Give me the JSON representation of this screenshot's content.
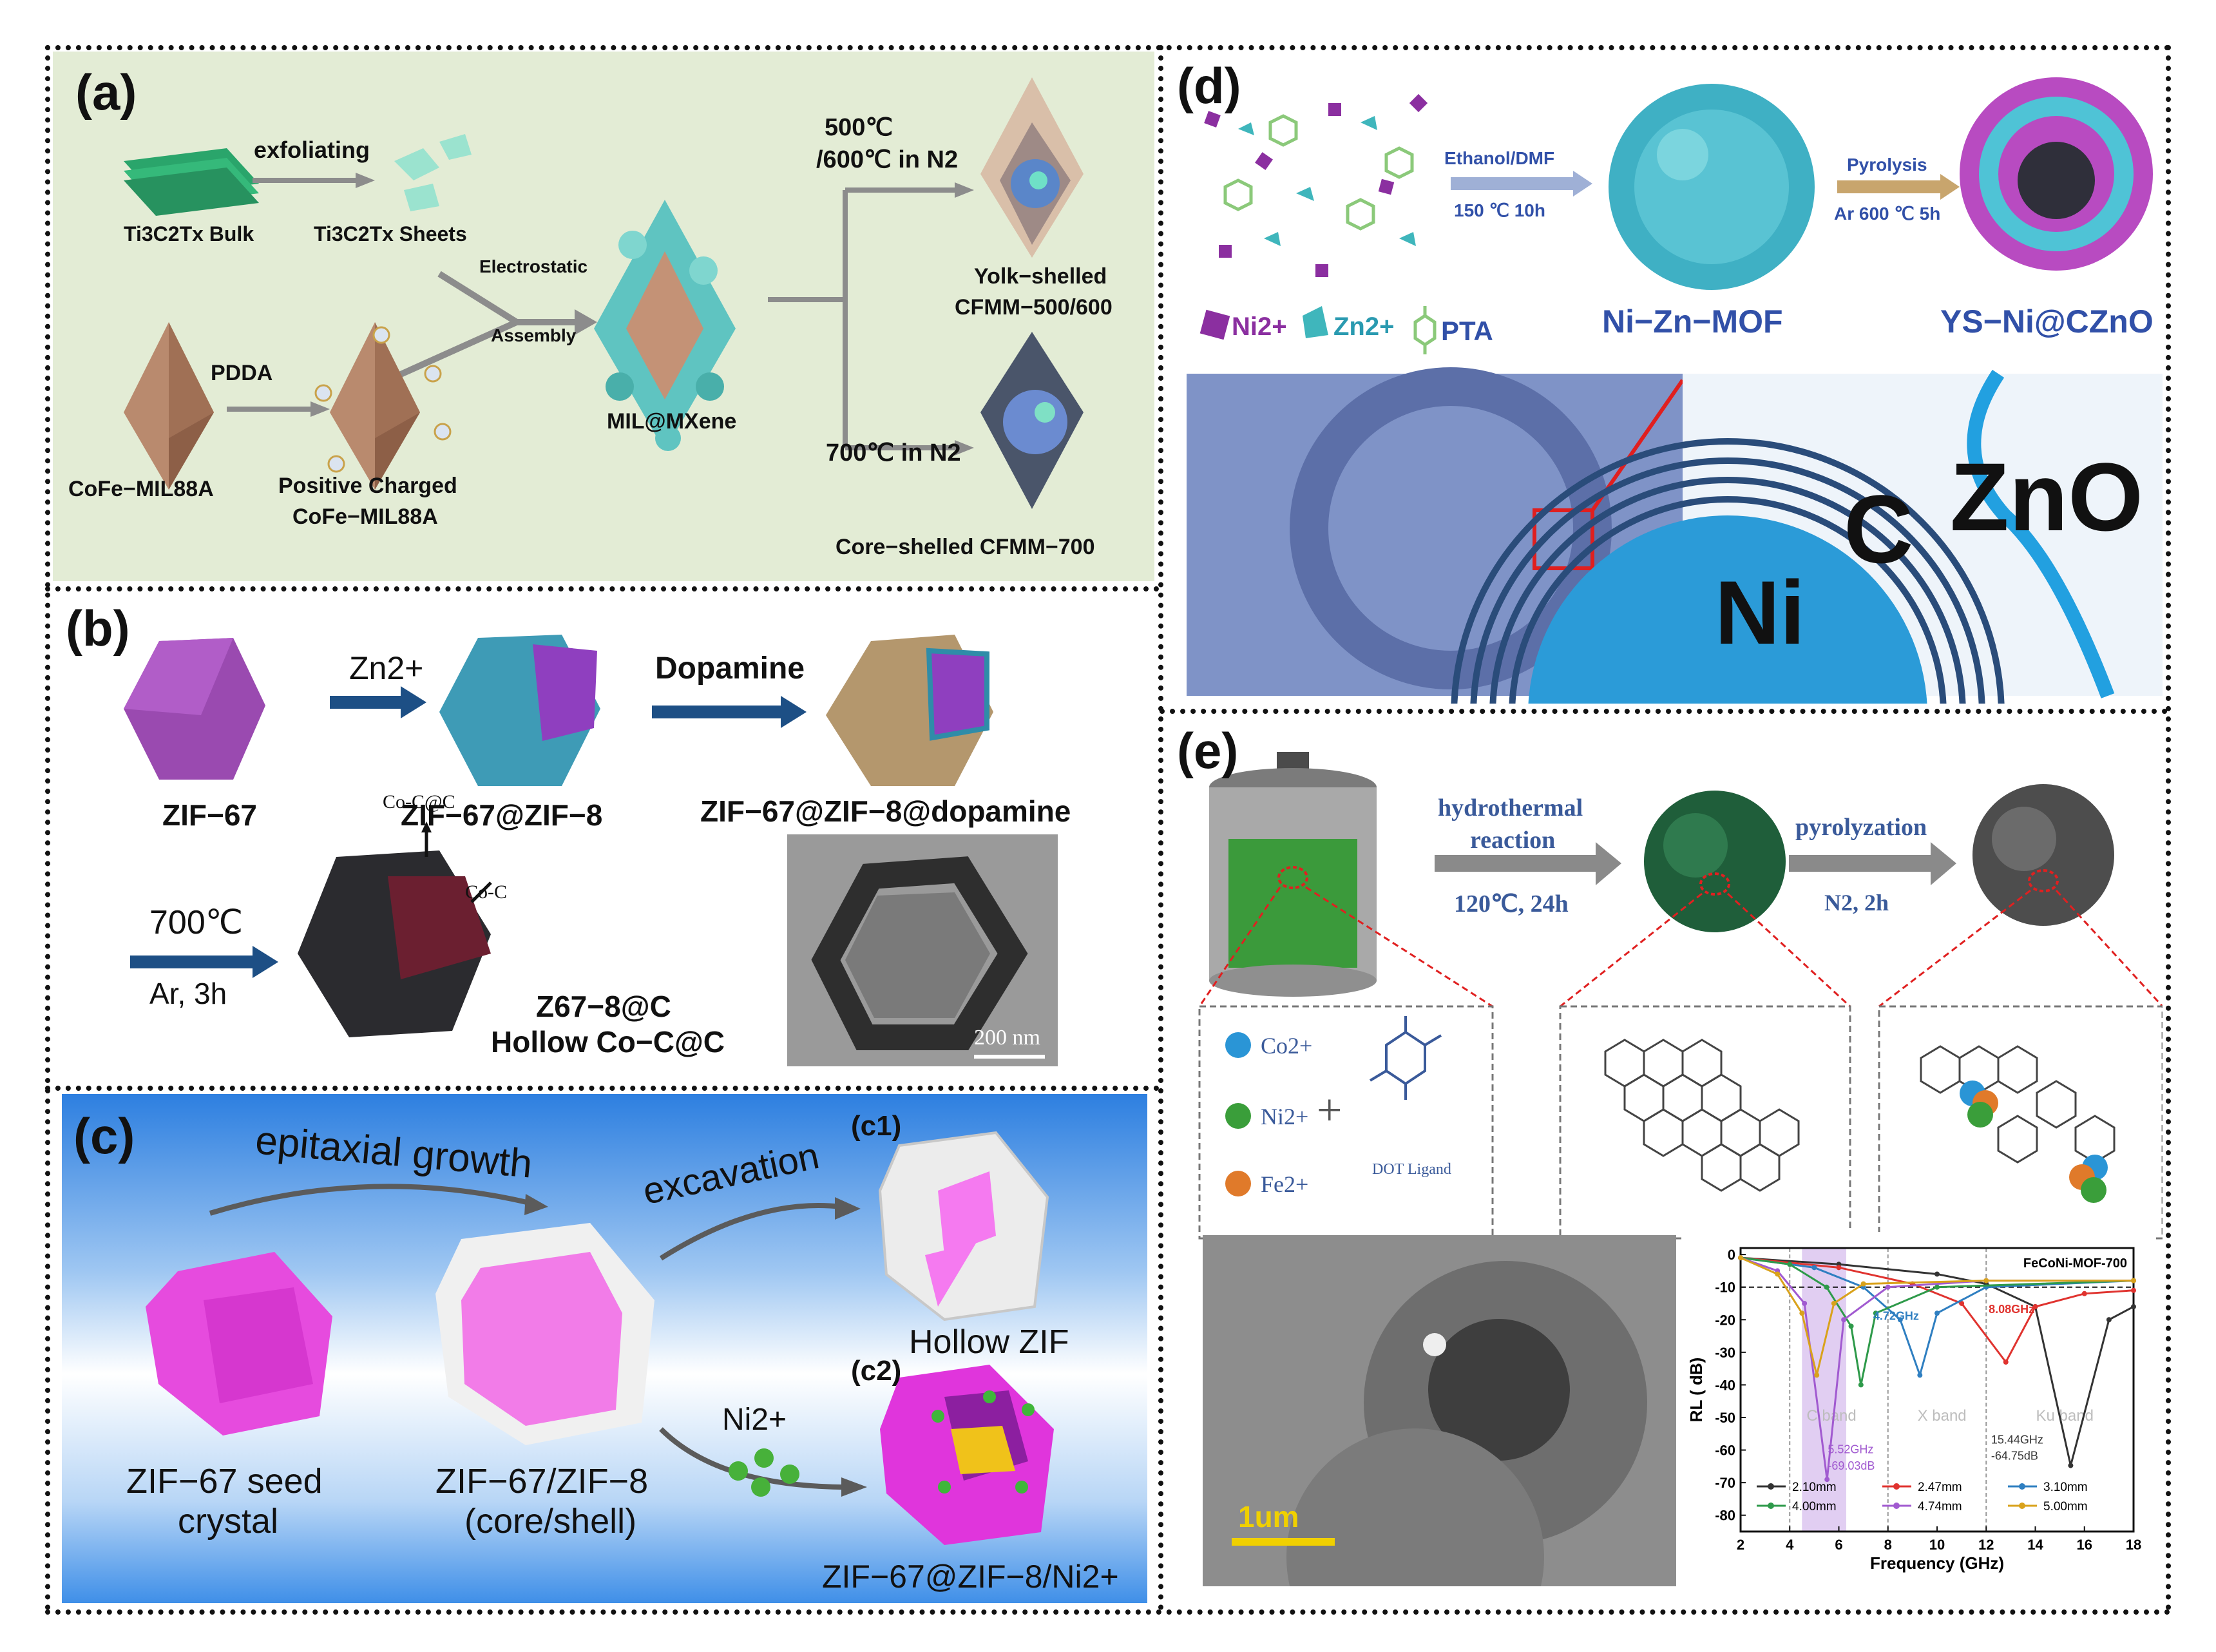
{
  "panel_a": {
    "letter": "(a)",
    "exfoliating": "exfoliating",
    "bulk_label": "Ti3C2Tx Bulk",
    "sheets_label": "Ti3C2Tx Sheets",
    "electrostatic": "Electrostatic",
    "assembly": "Assembly",
    "pdda": "PDDA",
    "cofe": "CoFe−MIL88A",
    "positive_1": "Positive Charged",
    "positive_2": "CoFe−MIL88A",
    "mil_mxene": "MIL@MXene",
    "temp_1a": "500℃",
    "temp_1b": "/600℃ in N2",
    "temp_2": "700℃ in N2",
    "yolk_1": "Yolk−shelled",
    "yolk_2": "CFMM−500/600",
    "core": "Core−shelled CFMM−700"
  },
  "panel_b": {
    "letter": "(b)",
    "zn": "Zn2+",
    "dopamine": "Dopamine",
    "zif67": "ZIF−67",
    "zif67_8": "ZIF−67@ZIF−8",
    "zif67_8_dop": "ZIF−67@ZIF−8@dopamine",
    "coc_c": "Co-C@C",
    "coc": "Co-C",
    "temp": "700℃",
    "ar": "Ar, 3h",
    "z678": "Z67−8@C",
    "hollow": "Hollow Co−C@C",
    "scale": "200 nm"
  },
  "panel_c": {
    "letter": "(c)",
    "epitaxial": "epitaxial growth",
    "excavation": "excavation",
    "c1": "(c1)",
    "c2": "(c2)",
    "hollow_zif": "Hollow ZIF",
    "ni": "Ni2+",
    "seed_1": "ZIF−67 seed",
    "seed_2": "crystal",
    "core_1": "ZIF−67/ZIF−8",
    "core_2": "(core/shell)",
    "final": "ZIF−67@ZIF−8/Ni2+"
  },
  "panel_d": {
    "letter": "(d)",
    "ethanol": "Ethanol/DMF",
    "cond_1": "150 ℃ 10h",
    "pyrolysis": "Pyrolysis",
    "cond_2": "Ar 600 ℃ 5h",
    "ni": "Ni2+",
    "zn": "Zn2+",
    "pta": "PTA",
    "mof": "Ni−Zn−MOF",
    "ys": "YS−Ni@CZnO",
    "znO": "ZnO",
    "c": "C",
    "ni_big": "Ni"
  },
  "panel_e": {
    "letter": "(e)",
    "hydro_1": "hydrothermal",
    "hydro_2": "reaction",
    "cond_1": "120℃, 24h",
    "pyro": "pyrolyzation",
    "cond_2": "N2, 2h",
    "co": "Co2+",
    "ni": "Ni2+",
    "fe": "Fe2+",
    "plus": "+",
    "dot": "DOT Ligand",
    "scale": "1um"
  },
  "chart_data": {
    "type": "line",
    "title": "FeCoNi-MOF-700",
    "xlabel": "Frequency (GHz)",
    "ylabel": "RL ( dB)",
    "xlim": [
      2,
      18
    ],
    "ylim": [
      -85,
      2
    ],
    "xticks": [
      2,
      4,
      6,
      8,
      10,
      12,
      14,
      16,
      18
    ],
    "yticks": [
      0,
      -10,
      -20,
      -30,
      -40,
      -50,
      -60,
      -70,
      -80
    ],
    "bands": [
      "C band",
      "X band",
      "Ku band"
    ],
    "annotations": [
      "4.72GHz",
      "8.08GHz",
      "5.52GHz",
      "-69.03dB",
      "15.44GHz",
      "-64.75dB"
    ],
    "series": [
      {
        "name": "2.10mm",
        "color": "#333333",
        "x": [
          2,
          6,
          10,
          12,
          14,
          15.44,
          17,
          18
        ],
        "y": [
          -1,
          -3,
          -6,
          -9,
          -16,
          -64.75,
          -20,
          -16
        ]
      },
      {
        "name": "2.47mm",
        "color": "#e0332f",
        "x": [
          2,
          6,
          9,
          11,
          12.8,
          14,
          16,
          18
        ],
        "y": [
          -1,
          -4,
          -9,
          -15,
          -33,
          -16,
          -12,
          -11
        ]
      },
      {
        "name": "3.10mm",
        "color": "#2f7fc1",
        "x": [
          2,
          5,
          7,
          8.5,
          9.3,
          10,
          12,
          18
        ],
        "y": [
          -1,
          -4,
          -10,
          -20,
          -37,
          -18,
          -10,
          -8
        ]
      },
      {
        "name": "4.00mm",
        "color": "#2e9a4a",
        "x": [
          2,
          4,
          5.5,
          6.5,
          6.9,
          7.5,
          10,
          18
        ],
        "y": [
          -1,
          -3,
          -10,
          -22,
          -40,
          -18,
          -10,
          -8
        ]
      },
      {
        "name": "4.74mm",
        "color": "#a15ad0",
        "x": [
          2,
          3.5,
          4.6,
          5.52,
          6.2,
          8,
          12,
          18
        ],
        "y": [
          -1,
          -5,
          -15,
          -69.03,
          -20,
          -10,
          -8,
          -8
        ]
      },
      {
        "name": "5.00mm",
        "color": "#d9a21b",
        "x": [
          2,
          3.5,
          4.5,
          5.1,
          5.8,
          7,
          12,
          18
        ],
        "y": [
          -1,
          -6,
          -18,
          -37,
          -15,
          -9,
          -8,
          -8
        ]
      }
    ]
  }
}
